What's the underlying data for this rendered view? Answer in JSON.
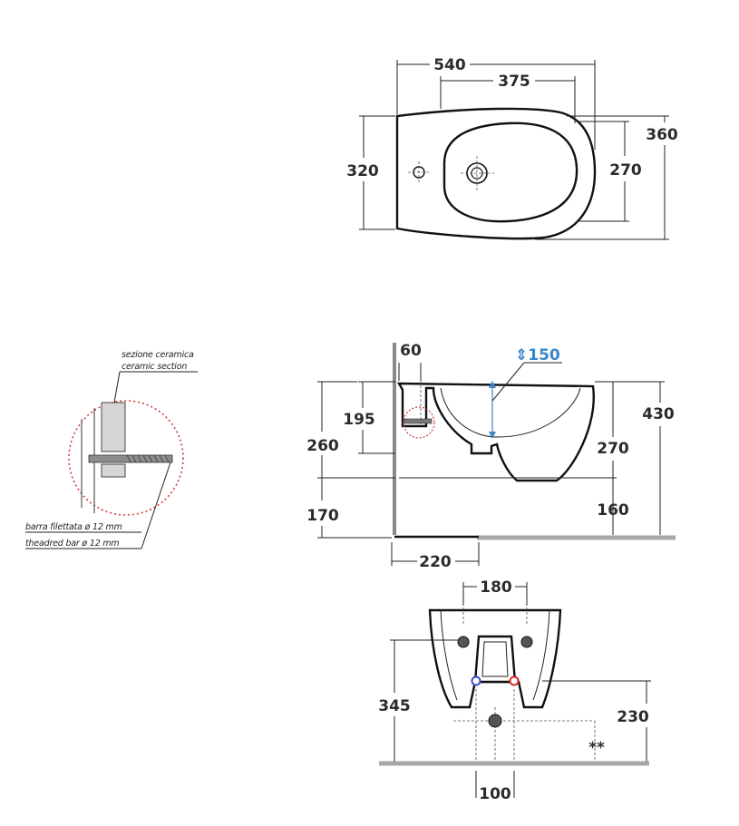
{
  "top_view": {
    "dim_total_length": "540",
    "dim_axis_distance": "375",
    "dim_total_width": "360",
    "dim_rear_width": "320",
    "dim_bowl_width": "270"
  },
  "side_view": {
    "dim_wall_offset": "60",
    "dim_adjustable": "150",
    "dim_bar_height": "195",
    "dim_inlet_height": "260",
    "dim_total_height": "430",
    "dim_rim_depth": "270",
    "dim_bottom_clearance": "170",
    "dim_floor_clearance": "160",
    "dim_frame_depth": "220"
  },
  "detail": {
    "caption_it": "sezione ceramica",
    "caption_en": "ceramic section",
    "bar_it": "barra filettata ø 12 mm",
    "bar_en": "theadred bar ø 12 mm"
  },
  "rear_view": {
    "dim_fixing_spacing": "180",
    "dim_fixing_height": "345",
    "dim_drain_height": "230",
    "dim_note": "**",
    "dim_drain_spacing": "100"
  },
  "colors": {
    "line": "#111111",
    "adjust_accent": "#3a86c8",
    "cold_water": "#3a4fc8",
    "hot_water": "#d42a2a",
    "detail_circle": "#d23a3a"
  }
}
